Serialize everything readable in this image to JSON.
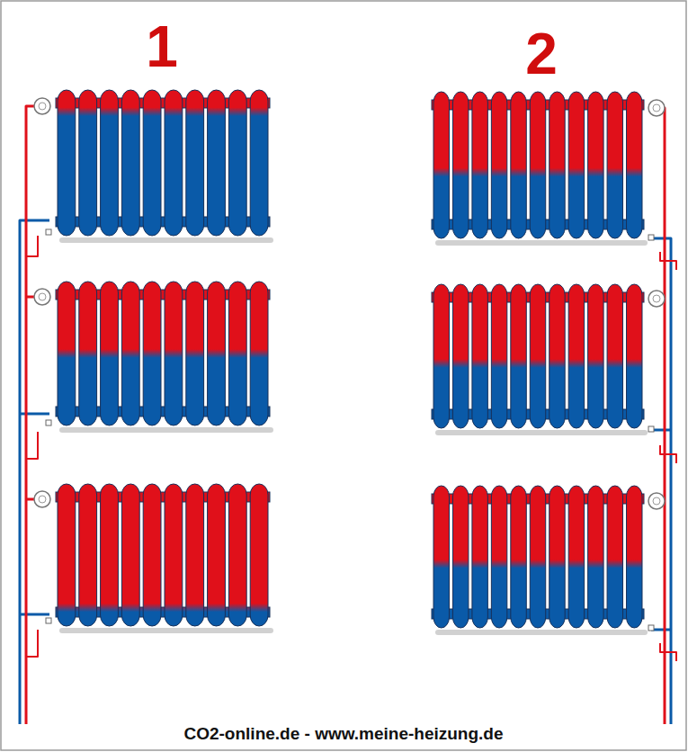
{
  "diagram": {
    "labels": [
      "1",
      "2",
      "CO2-online.de - www.meine-heizung.de"
    ]
  }
}
